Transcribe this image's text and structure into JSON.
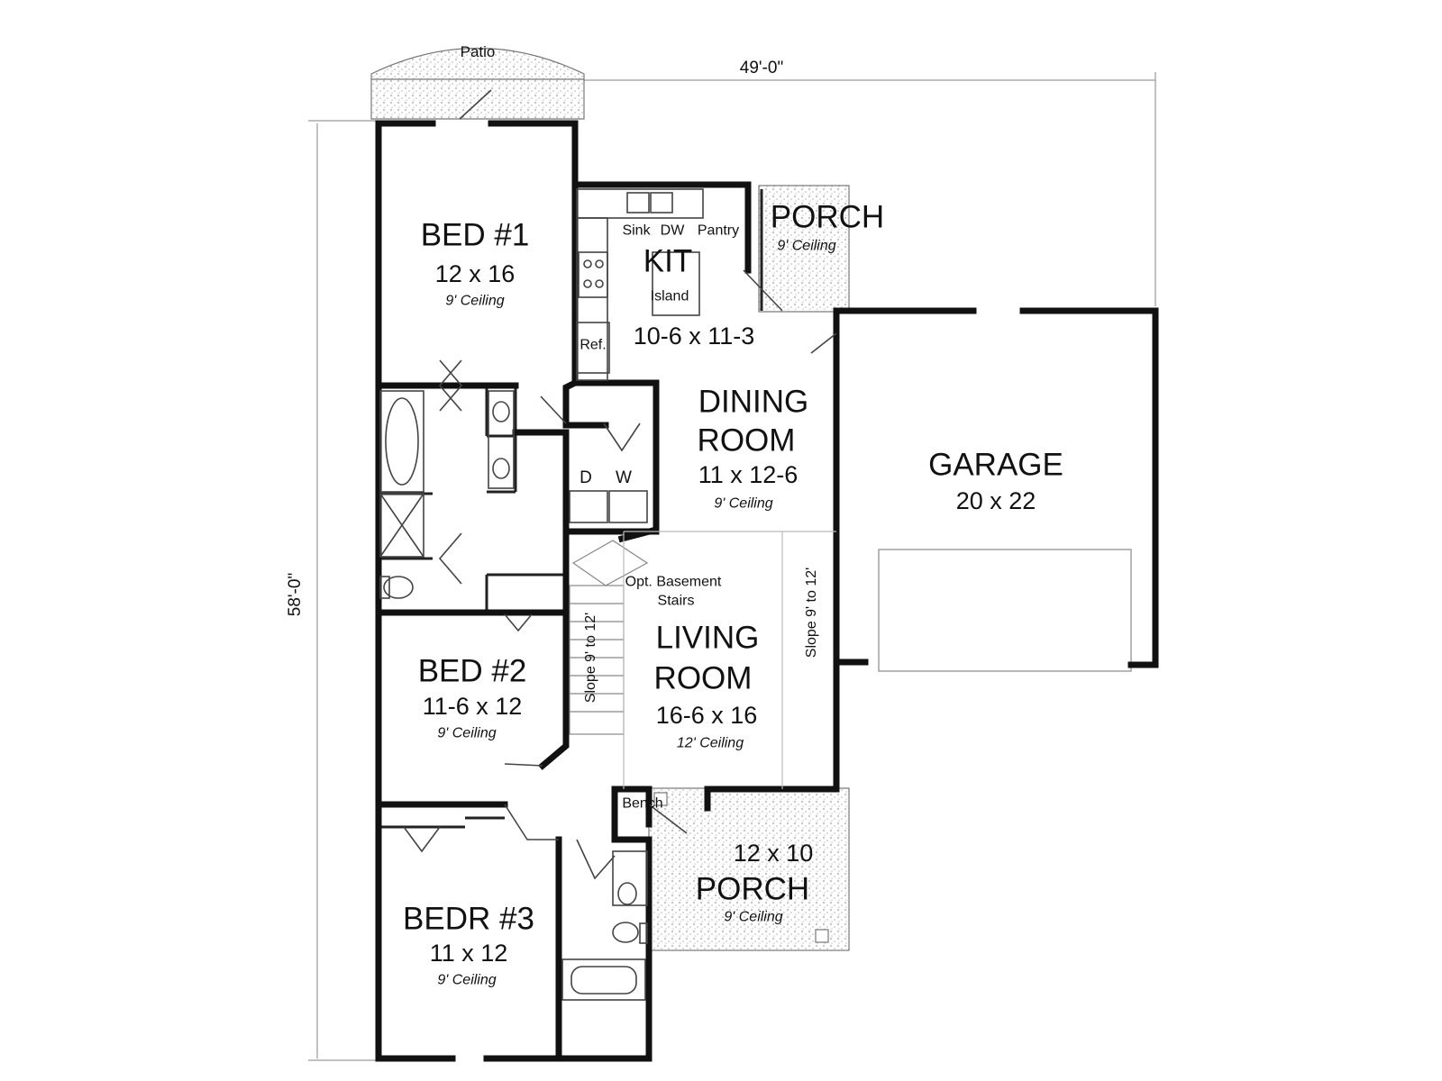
{
  "overall": {
    "width": "49'-0\"",
    "depth": "58'-0\""
  },
  "rooms": {
    "patio": {
      "label": "Patio"
    },
    "bed1": {
      "name": "BED #1",
      "size": "12 x 16",
      "ceiling": "9' Ceiling"
    },
    "kitchen": {
      "name": "KIT",
      "size": "10-6 x 11-3",
      "sink": "Sink",
      "dw": "DW",
      "pantry": "Pantry",
      "island": "Island",
      "ref": "Ref."
    },
    "porch_rear": {
      "name": "PORCH",
      "ceiling": "9' Ceiling"
    },
    "dining": {
      "name_line1": "DINING",
      "name_line2": "ROOM",
      "size": "11 x 12-6",
      "ceiling": "9' Ceiling"
    },
    "laundry": {
      "dryer": "D",
      "washer": "W"
    },
    "garage": {
      "name": "GARAGE",
      "size": "20 x 22"
    },
    "stairs": {
      "line1": "Opt. Basement",
      "line2": "Stairs"
    },
    "living": {
      "name_line1": "LIVING",
      "name_line2": "ROOM",
      "size": "16-6 x 16",
      "ceiling": "12' Ceiling",
      "slope_left": "Slope 9' to 12'",
      "slope_right": "Slope 9' to 12'"
    },
    "bed2": {
      "name": "BED #2",
      "size": "11-6 x 12",
      "ceiling": "9' Ceiling"
    },
    "bench": {
      "label": "Bench"
    },
    "porch_front": {
      "size": "12 x 10",
      "name": "PORCH",
      "ceiling": "9' Ceiling"
    },
    "bed3": {
      "name": "BEDR #3",
      "size": "11 x 12",
      "ceiling": "9' Ceiling"
    }
  }
}
